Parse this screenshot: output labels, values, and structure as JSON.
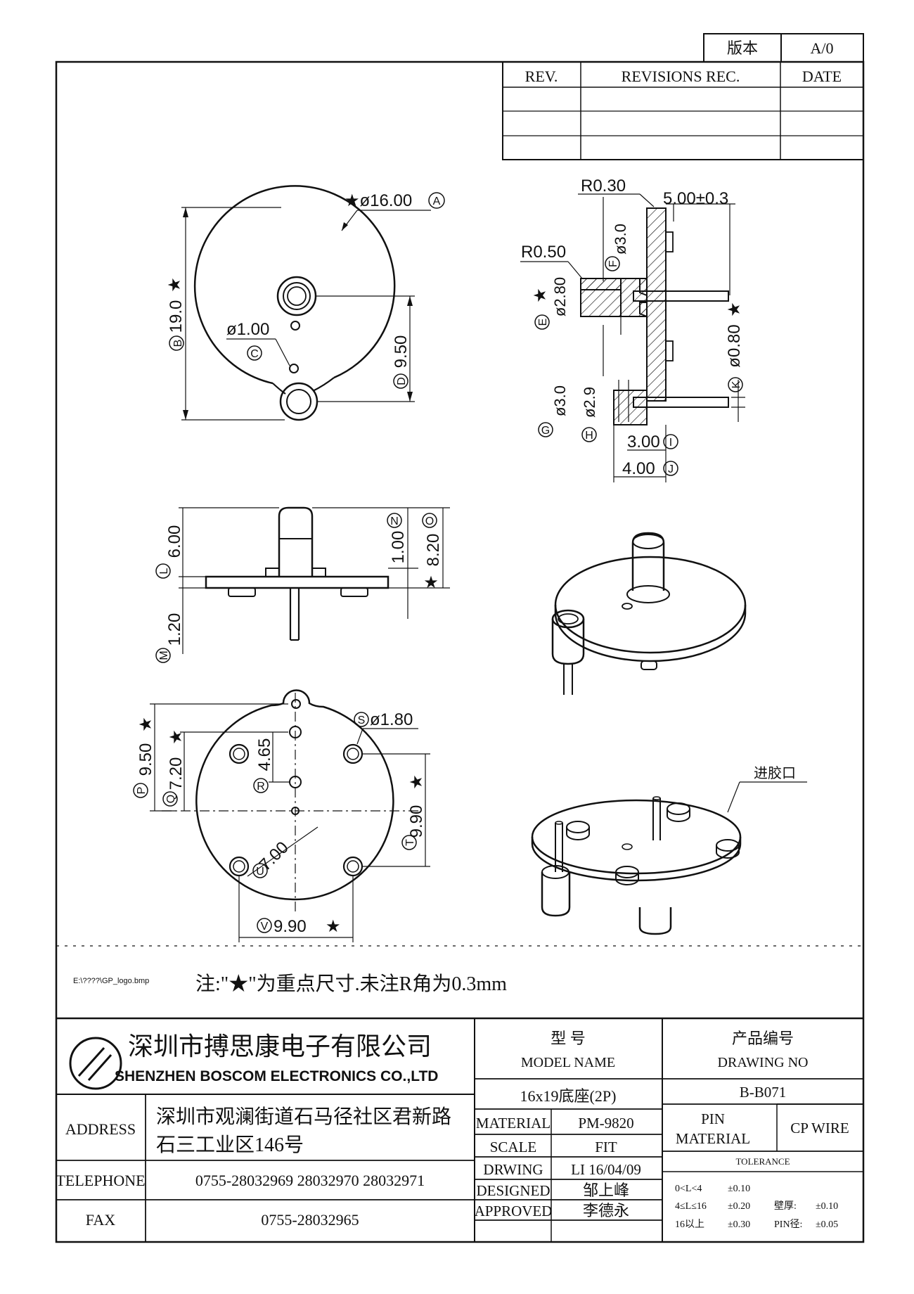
{
  "version_box": {
    "label": "版本",
    "value": "A/0"
  },
  "revision_table": {
    "headers": [
      "REV.",
      "REVISIONS REC.",
      "DATE"
    ],
    "rows": [
      [
        "",
        "",
        ""
      ],
      [
        "",
        "",
        ""
      ],
      [
        "",
        "",
        ""
      ]
    ]
  },
  "top_view": {
    "dim_outer_dia": "★ø16.00",
    "ref_A": "A",
    "dim_height": "19.0",
    "ref_B": "B",
    "star": "★",
    "dim_hole": "ø1.00",
    "ref_C": "C",
    "dim_center": "9.50",
    "ref_D": "D"
  },
  "section_view": {
    "dim_r030": "R0.30",
    "dim_500": "5.00±0.3",
    "dim_030_dia": "ø3.0",
    "ref_F": "F",
    "dim_r050": "R0.50",
    "dim_280": "ø2.80",
    "ref_E": "E",
    "star": "★",
    "dim_080": "ø0.80",
    "ref_K": "K",
    "dim_30": "ø3.0",
    "dim_29": "ø2.9",
    "ref_G": "G",
    "ref_H": "H",
    "dim_300": "3.00",
    "ref_I": "I",
    "dim_400": "4.00",
    "ref_J": "J"
  },
  "side_view": {
    "dim_600": "6.00",
    "ref_L": "L",
    "dim_120": "1.20",
    "ref_M": "M",
    "ref_N": "N",
    "dim_100": "1.00",
    "ref_O": "O",
    "dim_820": "8.20",
    "star": "★"
  },
  "bottom_view": {
    "dim_950": "9.50",
    "ref_P": "P",
    "dim_720": "7.20",
    "ref_Q": "Q",
    "dim_465": "4.65",
    "ref_R": "R",
    "dim_180": "ø1.80",
    "ref_S": "S",
    "dim_990_t": "9.90",
    "ref_T": "T",
    "dim_700": "7.00",
    "ref_U": "U",
    "dim_990_v": "9.90",
    "ref_V": "V",
    "star": "★"
  },
  "iso_note": "进胶口",
  "logo_path": "E:\\????\\GP_logo.bmp",
  "note": "注:\"★\"为重点尺寸.未注R角为0.3mm",
  "title_block": {
    "company_cn": "深圳市搏思康电子有限公司",
    "company_en": "SHENZHEN BOSCOM ELECTRONICS CO.,LTD",
    "model_cn": "型   号",
    "model_en": "MODEL NAME",
    "drawing_cn": "产品编号",
    "drawing_en": "DRAWING NO",
    "model_value": "16x19底座(2P)",
    "drawing_value": "B-B071",
    "address_label": "ADDRESS",
    "address_line1": "深圳市观澜街道石马径社区君新路",
    "address_line2": "石三工业区146号",
    "telephone_label": "TELEPHONE",
    "telephone_value": "0755-28032969 28032970 28032971",
    "fax_label": "FAX",
    "fax_value": "0755-28032965",
    "material_label": "MATERIAL",
    "material_value": "PM-9820",
    "scale_label": "SCALE",
    "scale_value": "FIT",
    "drwing_label": "DRWING",
    "drwing_value": "LI 16/04/09",
    "designed_label": "DESIGNED",
    "designed_value": "邹上峰",
    "approved_label": "APPROVED",
    "approved_value": "李德永",
    "pin_label_1": "PIN",
    "pin_label_2": "MATERIAL",
    "pin_value": "CP WIRE",
    "tolerance_label": "TOLERANCE",
    "tol_1a": "0<L<4",
    "tol_1b": "±0.10",
    "tol_2a": "4≤L≤16",
    "tol_2b": "±0.20",
    "tol_2c": "壁厚:",
    "tol_2d": "±0.10",
    "tol_3a": "16以上",
    "tol_3b": "±0.30",
    "tol_3c": "PIN径:",
    "tol_3d": "±0.05"
  }
}
